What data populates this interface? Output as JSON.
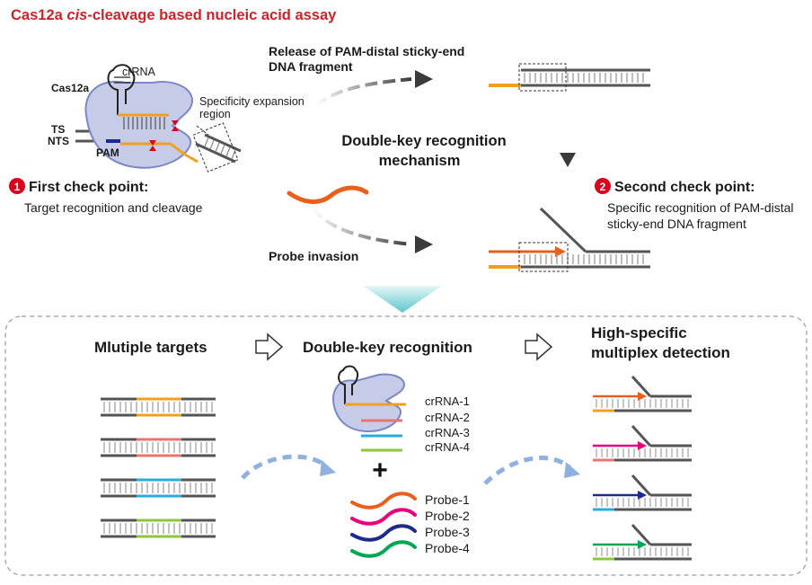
{
  "title": {
    "prefix": "Cas12a ",
    "italic": "cis",
    "suffix": "-cleavage based nucleic acid assay"
  },
  "top": {
    "crrna_label": "crRNA",
    "cas12a_label": "Cas12a",
    "ts_label": "TS",
    "nts_label": "NTS",
    "pam_label": "PAM",
    "specificity_line1": "Specificity expansion",
    "specificity_line2": "region",
    "release_line1": "Release of PAM-distal sticky-end",
    "release_line2": "DNA  fragment",
    "mechanism_line1": "Double-key recognition",
    "mechanism_line2": "mechanism",
    "first_num": "1",
    "first_title": "First check point:",
    "first_desc": "Target  recognition and cleavage",
    "second_num": "2",
    "second_title": "Second check point:",
    "second_desc1": "Specific recognition of PAM-distal",
    "second_desc2": "sticky-end DNA fragment",
    "probe_invasion": "Probe invasion"
  },
  "bottom": {
    "multiple_targets": "Mlutiple targets",
    "double_key": "Double-key recognition",
    "high_specific_line1": "High-specific",
    "high_specific_line2": "multiplex detection",
    "plus": "+",
    "crrnas": [
      "crRNA-1",
      "crRNA-2",
      "crRNA-3",
      "crRNA-4"
    ],
    "probes": [
      "Probe-1",
      "Probe-2",
      "Probe-3",
      "Probe-4"
    ]
  },
  "colors": {
    "title_red": "#c8242b",
    "mechanism_blue": "#1b75bb",
    "cas12a_fill": "#c6cbe8",
    "cas12a_stroke": "#7c87c4",
    "orange": "#f0a020",
    "probe_orange": "#e8601c",
    "marker_red": "#d9001b",
    "dark_gray": "#555555",
    "bottom_panel_border": "#9a9a9a",
    "target_colors": [
      "#f0a020",
      "#e8766e",
      "#29abe2",
      "#8cc63f"
    ],
    "probe_colors": [
      "#e8601c",
      "#e6007e",
      "#1c2a8c",
      "#00a651"
    ],
    "detect_colors": [
      "#e8601c",
      "#e6007e",
      "#1c2a8c",
      "#00a651"
    ],
    "detect_bottom_colors": [
      "#f0a020",
      "#e8766e",
      "#29abe2",
      "#8cc63f"
    ]
  },
  "icons": [
    "hairpin-icon",
    "scissors-marker-icon",
    "outline-arrow-icon",
    "funnel-arrow-icon"
  ]
}
